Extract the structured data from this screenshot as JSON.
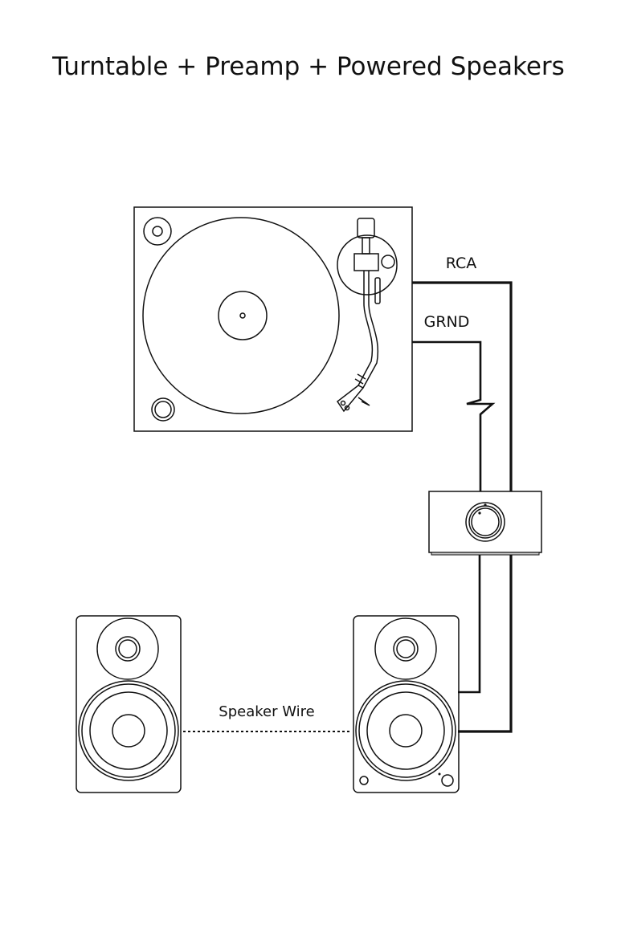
{
  "title": "Turntable + Preamp + Powered Speakers",
  "labels": {
    "rca": "RCA",
    "ground": "GRND",
    "speaker_wire": "Speaker Wire"
  },
  "colors": {
    "line": "#111111",
    "background": "#ffffff"
  }
}
